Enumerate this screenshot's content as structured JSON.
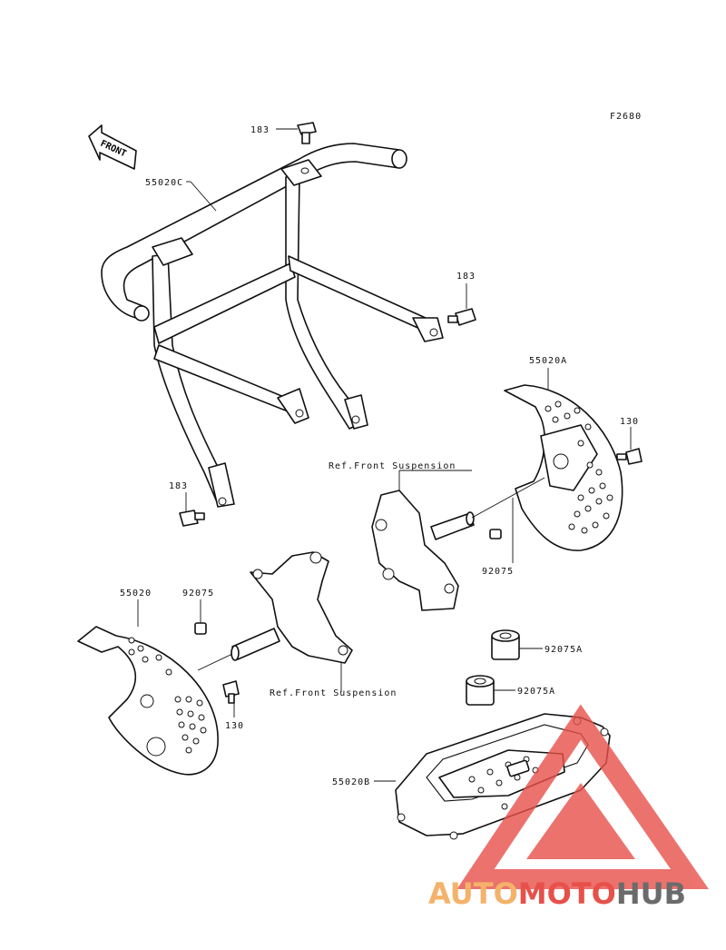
{
  "diagram": {
    "figure_code": "F2680",
    "front_label": "FRONT",
    "parts": {
      "bolt_top": "183",
      "bolt_right": "183",
      "bolt_left": "183",
      "bar_frame": "55020C",
      "right_guard": "55020A",
      "right_bolt": "130",
      "right_ref": "Ref.Front Suspension",
      "right_collar": "92075",
      "left_guard": "55020",
      "left_collar": "92075",
      "left_bolt": "130",
      "left_ref": "Ref.Front Suspension",
      "bushing_1": "92075A",
      "bushing_2": "92075A",
      "skid_plate": "55020B"
    }
  },
  "watermark": {
    "brand_part1": "AUTO",
    "brand_part2": "MOTO",
    "brand_part3": "HUB",
    "colors": {
      "red": "#e8504a",
      "orange": "#f4b26a",
      "gray": "#6b6b6b"
    }
  }
}
